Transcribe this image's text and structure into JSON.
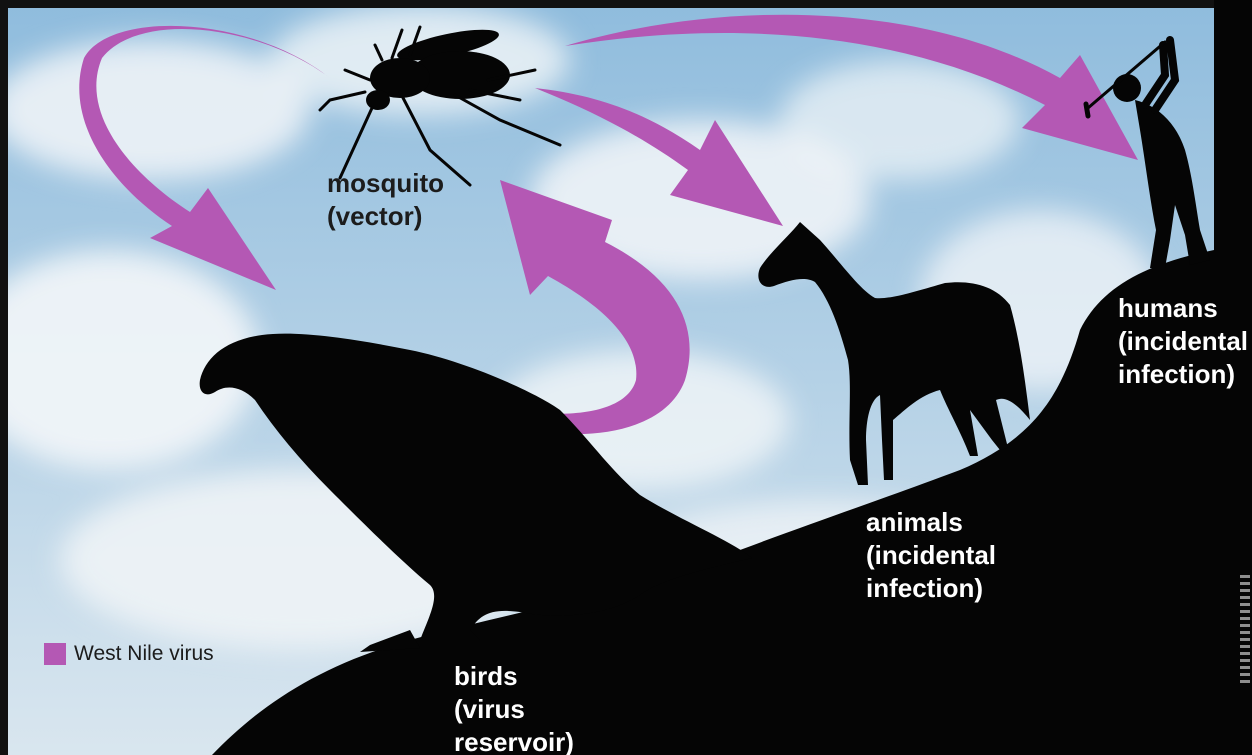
{
  "labels": {
    "mosquito": [
      "mosquito",
      "(vector)"
    ],
    "birds": [
      "birds",
      "(virus",
      "reservoir)"
    ],
    "animals": [
      "animals",
      "(incidental",
      "infection)"
    ],
    "humans": [
      "humans",
      "(incidental",
      "infection)"
    ]
  },
  "legend": {
    "label": "West Nile virus",
    "color": "#b458b4"
  },
  "colors": {
    "arrow": "#b458b4",
    "silhouette": "#050505",
    "sky_top": "#8fbcdd",
    "sky_bottom": "#d9e6ef",
    "cloud": "#f3f6f8"
  },
  "icons": [
    "mosquito-silhouette",
    "bird-silhouette",
    "horse-silhouette",
    "golfer-silhouette"
  ]
}
